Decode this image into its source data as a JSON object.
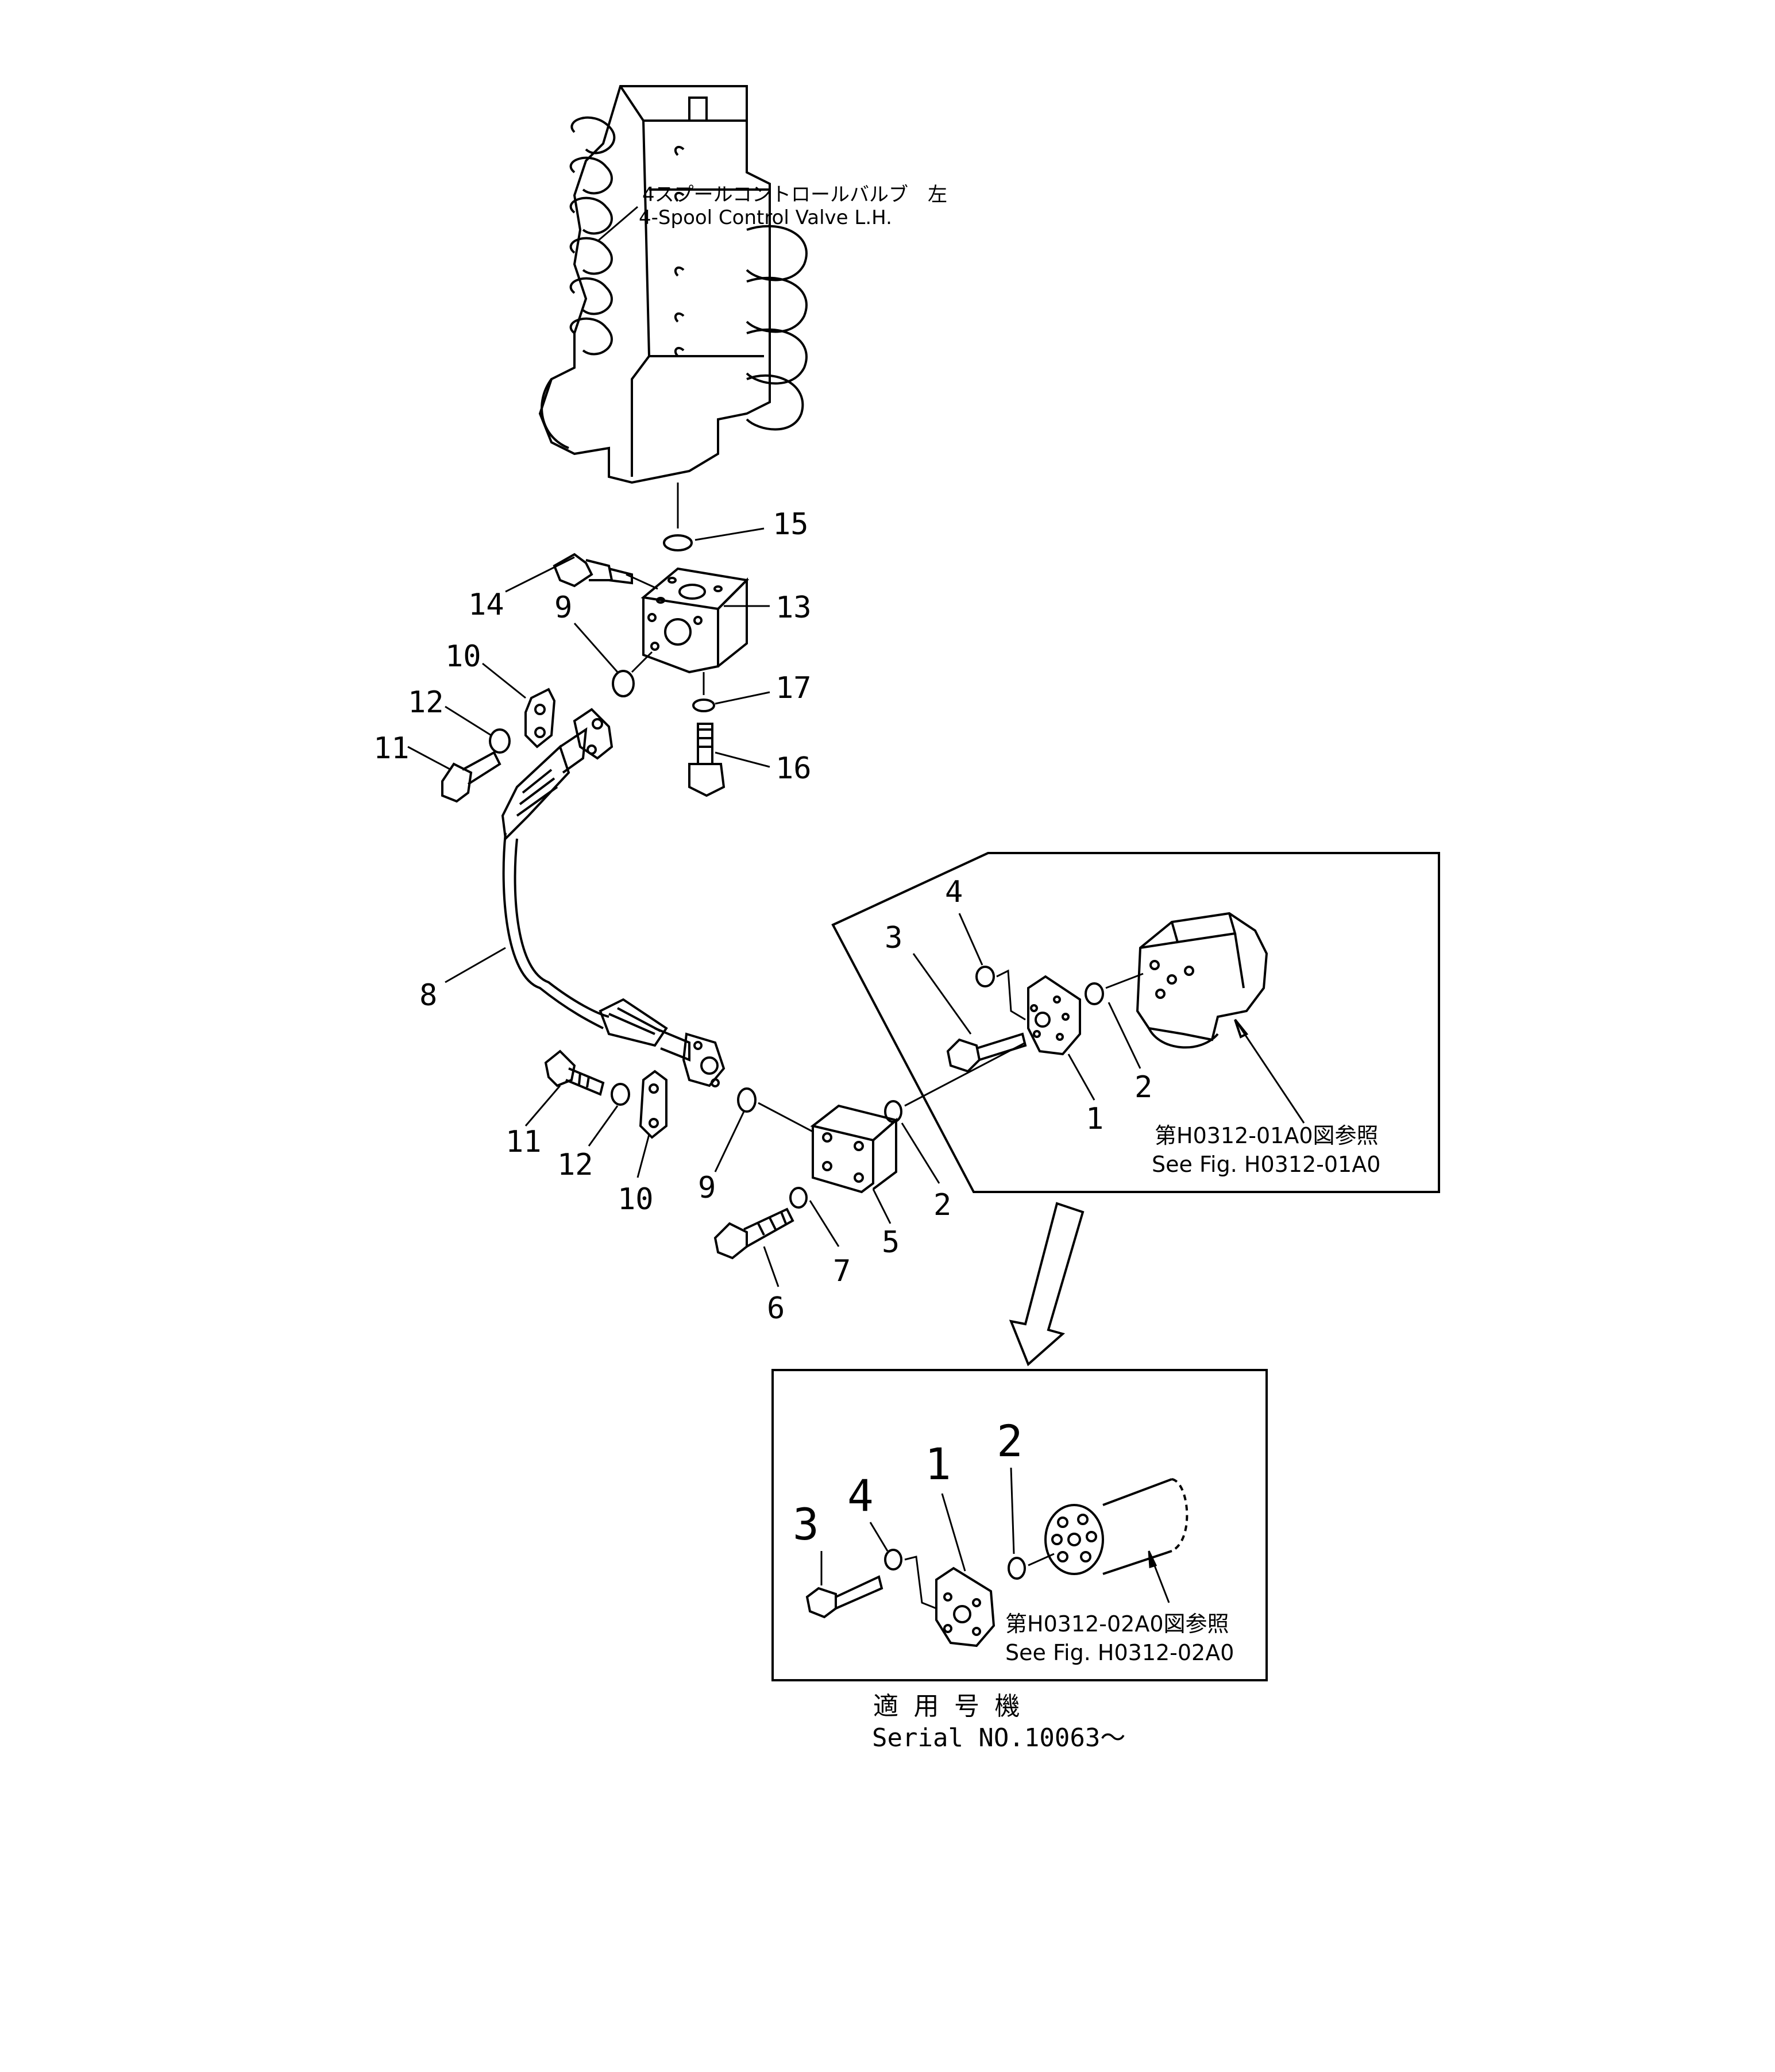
{
  "valve_note": {
    "jp": "4スプールコントロールバルブ　左",
    "en": "4-Spool  Control  Valve  L.H."
  },
  "callouts": {
    "c15": "15",
    "c14": "14",
    "c13": "13",
    "c9a": "9",
    "c10a": "10",
    "c12a": "12",
    "c11a": "11",
    "c17": "17",
    "c16": "16",
    "c8": "8",
    "c11b": "11",
    "c12b": "12",
    "c10b": "10",
    "c9b": "9",
    "c5": "5",
    "c6": "6",
    "c7": "7",
    "c2a": "2",
    "c3a": "3",
    "c4a": "4",
    "c1a": "1",
    "c2b": "2",
    "c3b": "3",
    "c4b": "4",
    "c1b": "1",
    "c2c": "2"
  },
  "ref_box_1": {
    "jp": "第H0312-01A0図参照",
    "en": "See  Fig. H0312-01A0"
  },
  "ref_box_2": {
    "jp": "第H0312-02A0図参照",
    "en": "See  Fig. H0312-02A0"
  },
  "serial": {
    "jp": "適 用 号 機",
    "en": "Serial  NO.10063〜"
  }
}
